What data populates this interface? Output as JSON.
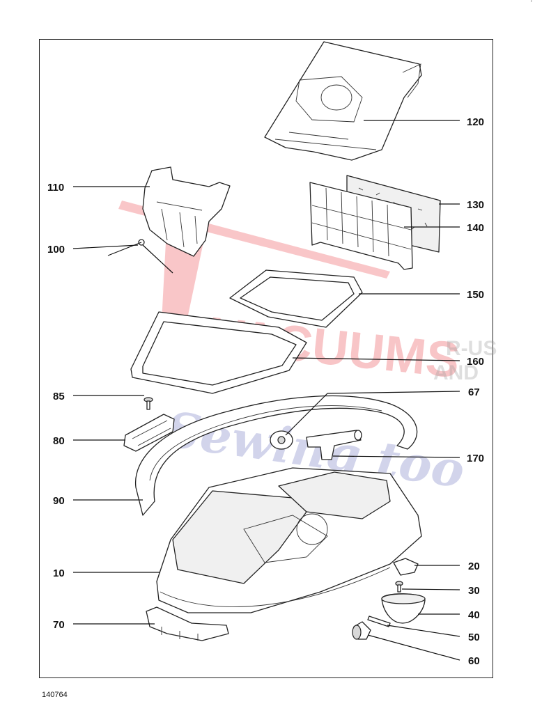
{
  "drawing_code": "140764",
  "corner_mark": "ʼ",
  "watermark": {
    "brand": "VACUUMS",
    "tag": "R-US",
    "and": "AND",
    "script": "Sewing too",
    "color_red": "#e8313a",
    "color_blue": "#7f86c8"
  },
  "callouts": [
    {
      "id": "120",
      "label": "120"
    },
    {
      "id": "110",
      "label": "110"
    },
    {
      "id": "130",
      "label": "130"
    },
    {
      "id": "140",
      "label": "140"
    },
    {
      "id": "100",
      "label": "100"
    },
    {
      "id": "150",
      "label": "150"
    },
    {
      "id": "160",
      "label": "160"
    },
    {
      "id": "85",
      "label": "85"
    },
    {
      "id": "67",
      "label": "67"
    },
    {
      "id": "80",
      "label": "80"
    },
    {
      "id": "170",
      "label": "170"
    },
    {
      "id": "90",
      "label": "90"
    },
    {
      "id": "20",
      "label": "20"
    },
    {
      "id": "10",
      "label": "10"
    },
    {
      "id": "30",
      "label": "30"
    },
    {
      "id": "40",
      "label": "40"
    },
    {
      "id": "70",
      "label": "70"
    },
    {
      "id": "50",
      "label": "50"
    },
    {
      "id": "60",
      "label": "60"
    }
  ]
}
